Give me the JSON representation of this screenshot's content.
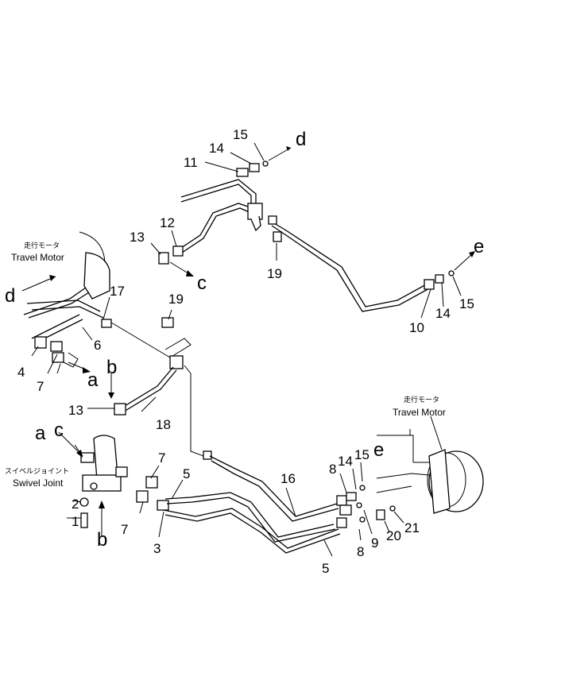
{
  "labels": {
    "l1": "1",
    "l2": "2",
    "l3": "3",
    "l4": "4",
    "l5a": "5",
    "l5b": "5",
    "l6": "6",
    "l7a": "7",
    "l7b": "7",
    "l7c": "7",
    "l8a": "8",
    "l8b": "8",
    "l9": "9",
    "l10": "10",
    "l11": "11",
    "l12": "12",
    "l13a": "13",
    "l13b": "13",
    "l14a": "14",
    "l14b": "14",
    "l14c": "14",
    "l15a": "15",
    "l15b": "15",
    "l15c": "15",
    "l16": "16",
    "l17": "17",
    "l18": "18",
    "l19a": "19",
    "l19b": "19",
    "l20": "20",
    "l21": "21"
  },
  "refs": {
    "a_left": "a",
    "a_swivel": "a",
    "b_top": "b",
    "b_bottom": "b",
    "c_top": "c",
    "c_swivel": "c",
    "d_top": "d",
    "d_left": "d",
    "e_right": "e",
    "e_motor": "e"
  },
  "captions": {
    "travel_motor_left_jp": "走行モータ",
    "travel_motor_left_en": "Travel Motor",
    "travel_motor_right_jp": "走行モータ",
    "travel_motor_right_en": "Travel Motor",
    "swivel_joint_jp": "スイベルジョイント",
    "swivel_joint_en": "Swivel Joint"
  }
}
